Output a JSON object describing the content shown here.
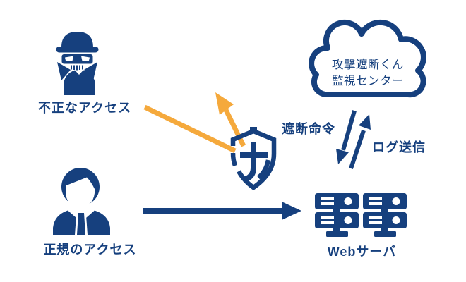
{
  "diagram": {
    "colors": {
      "navy": "#16407E",
      "orange": "#F5A93C",
      "white": "#FFFFFF"
    },
    "actors": {
      "attacker": {
        "label": "不正なアクセス",
        "icon": "hacker-icon"
      },
      "legit_user": {
        "label": "正規のアクセス",
        "icon": "business-person-icon"
      },
      "monitoring_center": {
        "line1": "攻撃遮断くん",
        "line2": "監視センター",
        "icon": "cloud-icon"
      },
      "waf": {
        "icon": "shield-icon"
      },
      "web_server": {
        "label": "Webサーバ",
        "icon": "server-rack-icon"
      }
    },
    "flows": {
      "block_command": {
        "label": "遮断命令"
      },
      "log_send": {
        "label": "ログ送信"
      }
    }
  }
}
